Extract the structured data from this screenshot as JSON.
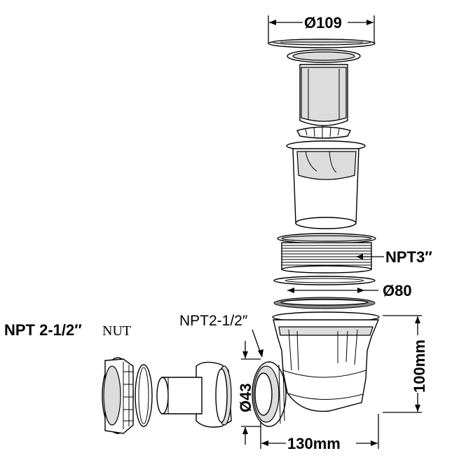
{
  "labels": {
    "top_diameter": "Ø109",
    "thread_main": "NPT3″",
    "washer_diameter": "Ø80",
    "outlet_thread": "NPT2-1/2″",
    "nut_thread": "NPT 2-1/2″",
    "nut_word": "NUT",
    "height_dim": "100mm",
    "outlet_diameter": "Ø43",
    "width_dim": "130mm"
  },
  "colors": {
    "line": "#000000",
    "fill": "#ffffff",
    "shade": "#dcdcdc"
  }
}
